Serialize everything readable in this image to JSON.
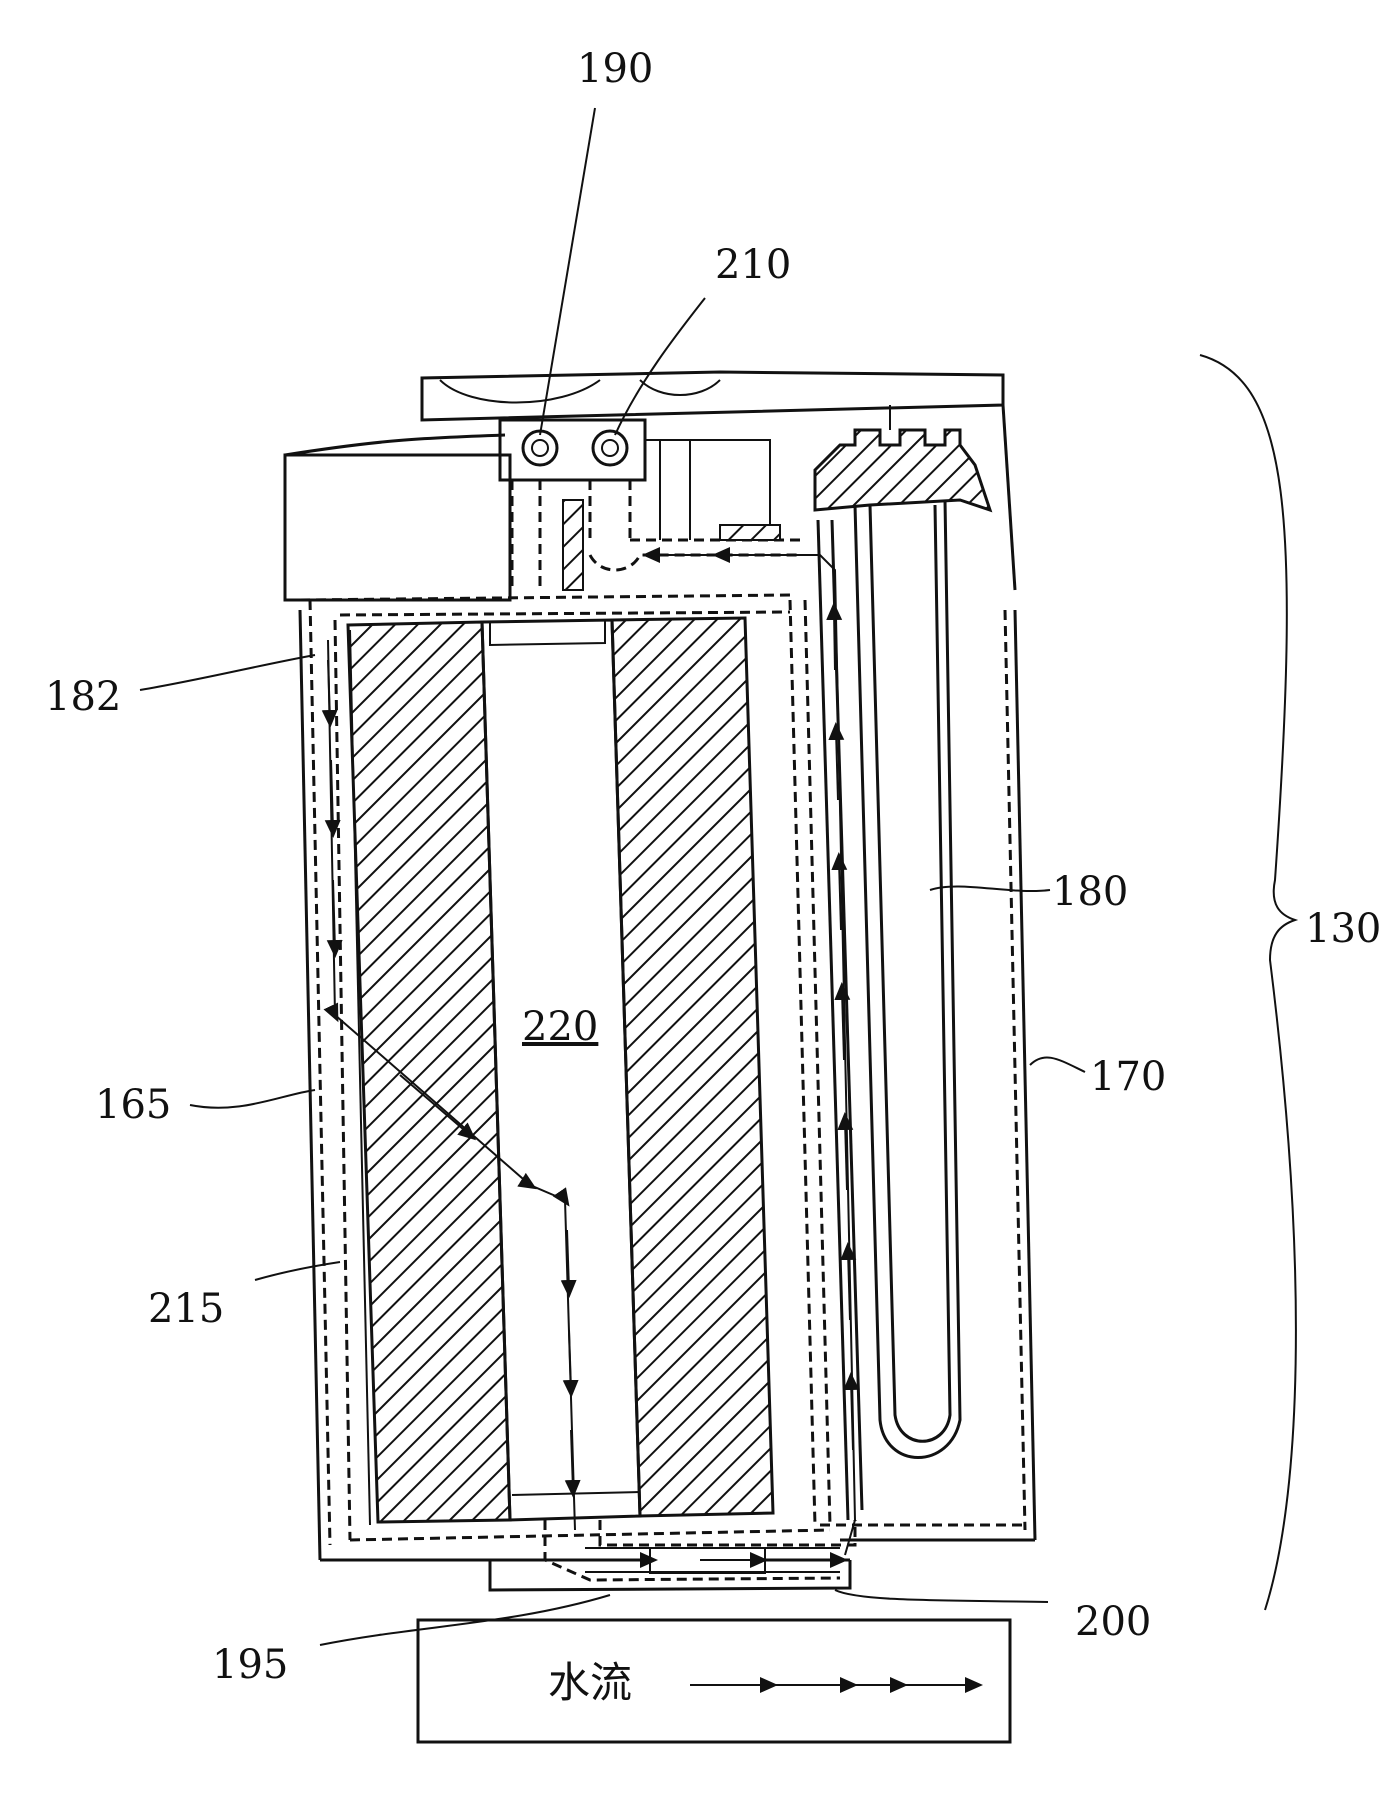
{
  "labels": {
    "l190": "190",
    "l210": "210",
    "l182": "182",
    "l180": "180",
    "l130": "130",
    "l220": "220",
    "l165": "165",
    "l170": "170",
    "l215": "215",
    "l195": "195",
    "l200": "200"
  },
  "legend": {
    "text": "水流"
  }
}
